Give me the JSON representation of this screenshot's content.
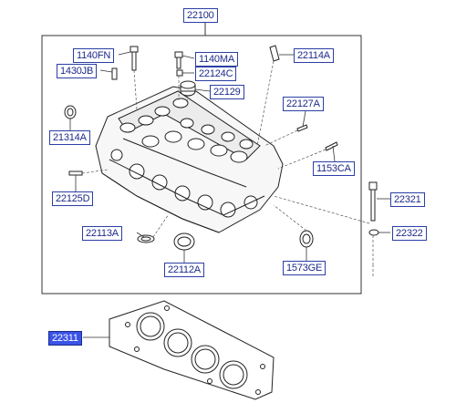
{
  "colors": {
    "label_border": "#2b3fa6",
    "label_text": "#1c2a8a",
    "selected_fill": "#3b53e6",
    "line": "#222222"
  },
  "parts": {
    "assembly": "22100",
    "p1140FN": "1140FN",
    "p1430JB": "1430JB",
    "p1140MA": "1140MA",
    "p22124C": "22124C",
    "p22114A": "22114A",
    "p22129": "22129",
    "p21314A": "21314A",
    "p22127A": "22127A",
    "p1153CA": "1153CA",
    "p22125D": "22125D",
    "p22321": "22321",
    "p22113A": "22113A",
    "p22322": "22322",
    "p22112A": "22112A",
    "p1573GE": "1573GE",
    "gasket": "22311"
  }
}
